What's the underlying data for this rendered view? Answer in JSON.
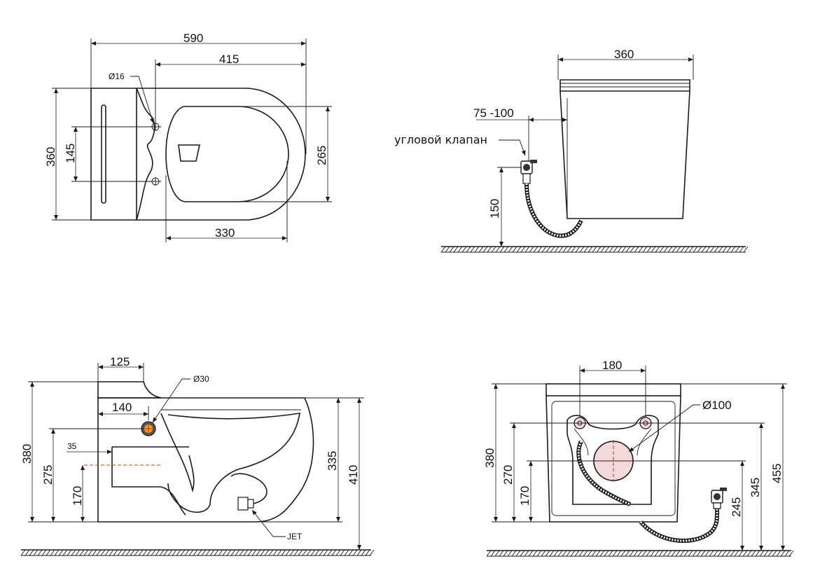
{
  "top_view": {
    "dim_overall_length": "590",
    "dim_seat_length": "415",
    "dim_width": "360",
    "dim_hole_spacing": "145",
    "dim_bowl_width": "265",
    "dim_bowl_length": "330",
    "hole_diameter": "Ø16"
  },
  "side_install": {
    "dim_width": "360",
    "dim_valve_offset": "75 -100",
    "valve_label": "угловой клапан",
    "dim_valve_height": "150"
  },
  "section_view": {
    "dim_top": "125",
    "dim_inlet": "140",
    "inlet_diameter": "Ø30",
    "dim_small": "35",
    "dim_height": "380",
    "dim_275": "275",
    "dim_170": "170",
    "dim_335": "335",
    "dim_410": "410",
    "jet_label": "JET"
  },
  "rear_view": {
    "dim_hole_spacing": "180",
    "outlet_diameter": "Ø100",
    "dim_380": "380",
    "dim_270": "270",
    "dim_170": "170",
    "dim_245": "245",
    "dim_345": "345",
    "dim_455": "455"
  }
}
